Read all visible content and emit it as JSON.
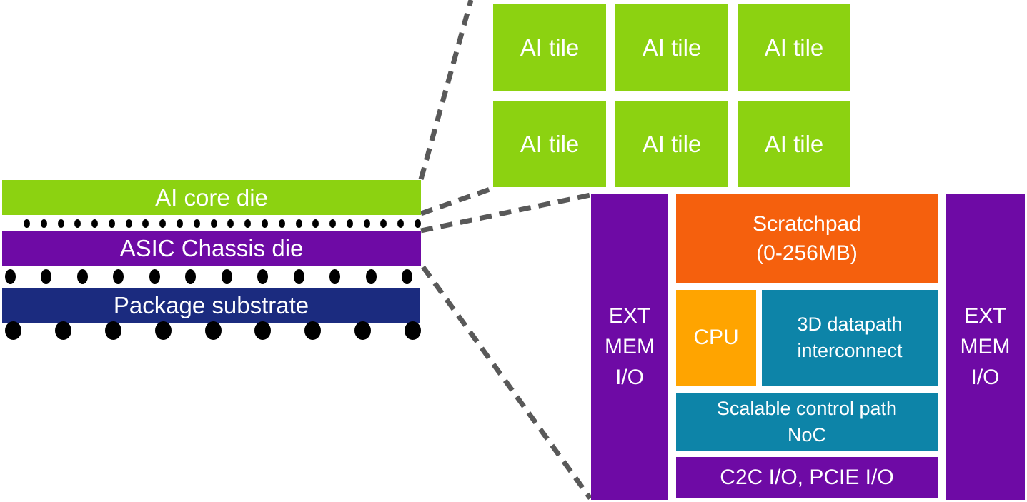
{
  "colors": {
    "die_green": "#8CD211",
    "chassis_purple": "#6E0AA5",
    "substrate_navy": "#1B2B7F",
    "scratchpad_orange": "#F5600D",
    "cpu_amber": "#FFA400",
    "noc_teal": "#0D84A8",
    "bump_black": "#000000",
    "callout_gray": "#595959",
    "text_white": "#FFFFFF"
  },
  "stack": {
    "layers": [
      {
        "label": "AI core die"
      },
      {
        "label": "ASIC Chassis die"
      },
      {
        "label": "Package substrate"
      }
    ],
    "bump_rows": [
      {
        "name": "micro-bump-row",
        "count": 24
      },
      {
        "name": "bump-row",
        "count": 12
      },
      {
        "name": "ball-row",
        "count": 9
      }
    ]
  },
  "tile_grid": {
    "rows": 2,
    "cols": 3,
    "tiles": [
      {
        "label": "AI tile"
      },
      {
        "label": "AI tile"
      },
      {
        "label": "AI tile"
      },
      {
        "label": "AI tile"
      },
      {
        "label": "AI tile"
      },
      {
        "label": "AI tile"
      }
    ]
  },
  "chassis_detail": {
    "ext_mem_left": {
      "lines": [
        "EXT",
        "MEM",
        "I/O"
      ]
    },
    "ext_mem_right": {
      "lines": [
        "EXT",
        "MEM",
        "I/O"
      ]
    },
    "scratchpad": {
      "lines": [
        "Scratchpad",
        "(0-256MB)"
      ]
    },
    "cpu": {
      "label": "CPU"
    },
    "datapath_interconnect": {
      "lines": [
        "3D datapath",
        "interconnect"
      ]
    },
    "control_noc": {
      "lines": [
        "Scalable control path",
        "NoC"
      ]
    },
    "c2c_pcie": {
      "label": "C2C I/O, PCIE I/O"
    }
  }
}
